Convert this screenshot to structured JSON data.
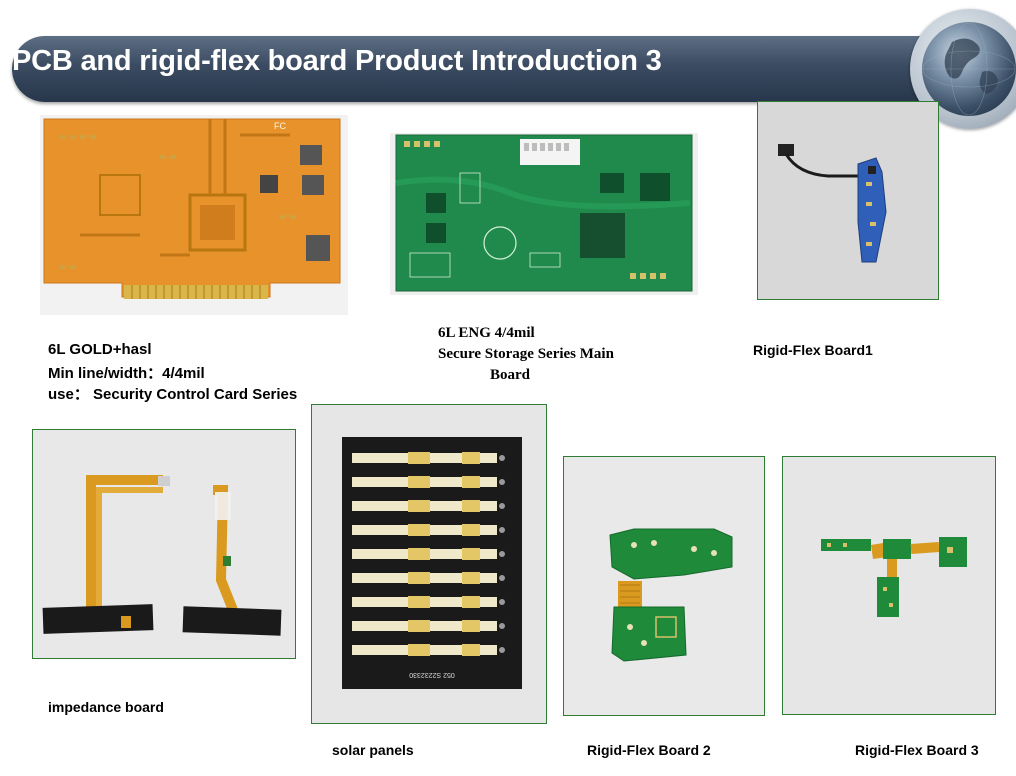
{
  "header": {
    "title": "PCB and rigid-flex board Product Introduction 3"
  },
  "products": {
    "gold_board": {
      "line1": "6L GOLD+hasl",
      "line2": "Min line/width：4/4mil",
      "line3": "use：  Security Control Card Series",
      "label_on_board": "FC"
    },
    "eng_board": {
      "line1": "6L  ENG 4/4mil",
      "line2": "Secure Storage Series Main",
      "line3": "Board"
    },
    "rigid_flex_1": {
      "caption": "Rigid-Flex Board1"
    },
    "impedance": {
      "caption": "impedance board"
    },
    "solar": {
      "caption": "solar panels",
      "board_code": "052 S2232330"
    },
    "rigid_flex_2": {
      "caption": "Rigid-Flex Board 2"
    },
    "rigid_flex_3": {
      "caption": "Rigid-Flex Board 3"
    }
  },
  "colors": {
    "banner": "#3b4b61",
    "frame": "#2e7d32",
    "orange_pcb": "#e8922c",
    "green_pcb": "#1f8a4c",
    "solar_pcb": "#1a1a1a",
    "flex": "#d99a1f"
  }
}
